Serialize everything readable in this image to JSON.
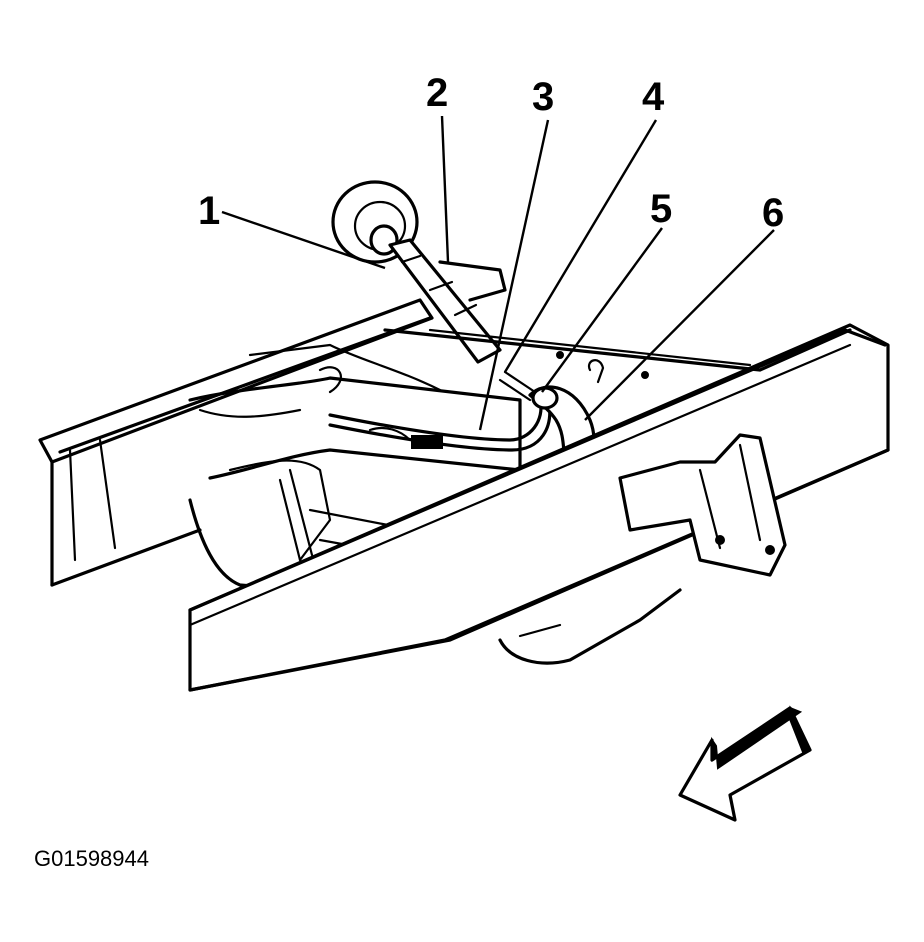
{
  "callouts": [
    {
      "id": "1",
      "label": "1"
    },
    {
      "id": "2",
      "label": "2"
    },
    {
      "id": "3",
      "label": "3"
    },
    {
      "id": "4",
      "label": "4"
    },
    {
      "id": "5",
      "label": "5"
    },
    {
      "id": "6",
      "label": "6"
    }
  ],
  "figure_id": "G01598944",
  "icons": {
    "direction": "front-direction-arrow-icon"
  }
}
